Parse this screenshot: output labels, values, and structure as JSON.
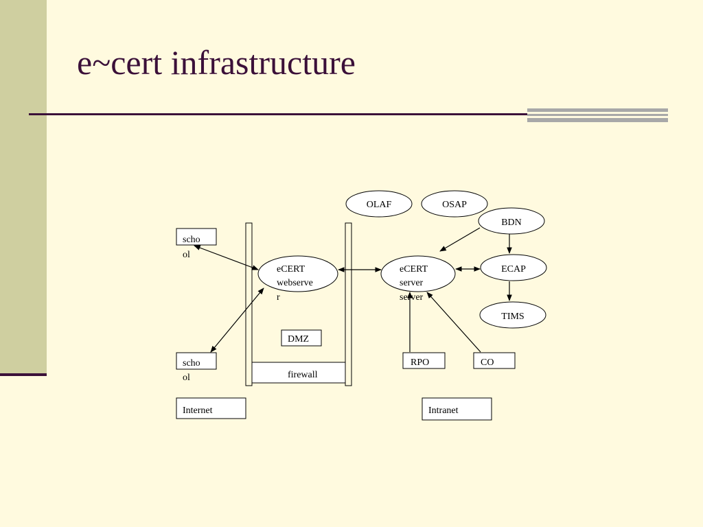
{
  "slide": {
    "title": "e~cert infrastructure"
  },
  "diagram": {
    "nodes": {
      "school_top": [
        "scho",
        "ol"
      ],
      "school_bottom": [
        "scho",
        "ol"
      ],
      "ecert_webserver": [
        "eCERT",
        "webserve",
        "r"
      ],
      "ecert_server": [
        "eCERT",
        "server",
        "server"
      ],
      "olaf": "OLAF",
      "osap": "OSAP",
      "bdn": "BDN",
      "ecap": "ECAP",
      "tims": "TIMS",
      "dmz": "DMZ",
      "firewall": "firewall",
      "rpo": "RPO",
      "co": "CO",
      "internet": "Internet",
      "intranet": "Intranet"
    },
    "edges": [
      {
        "from": "school_top",
        "to": "ecert_webserver",
        "type": "bidirectional"
      },
      {
        "from": "school_bottom",
        "to": "ecert_webserver",
        "type": "bidirectional"
      },
      {
        "from": "ecert_webserver",
        "to": "ecert_server",
        "type": "bidirectional"
      },
      {
        "from": "ecert_server",
        "to": "ecap",
        "type": "bidirectional"
      },
      {
        "from": "bdn",
        "to": "ecert_server",
        "type": "directed"
      },
      {
        "from": "bdn",
        "to": "ecap",
        "type": "directed"
      },
      {
        "from": "ecap",
        "to": "tims",
        "type": "directed"
      },
      {
        "from": "rpo",
        "to": "ecert_server",
        "type": "directed"
      },
      {
        "from": "co",
        "to": "ecert_server",
        "type": "directed"
      }
    ]
  }
}
